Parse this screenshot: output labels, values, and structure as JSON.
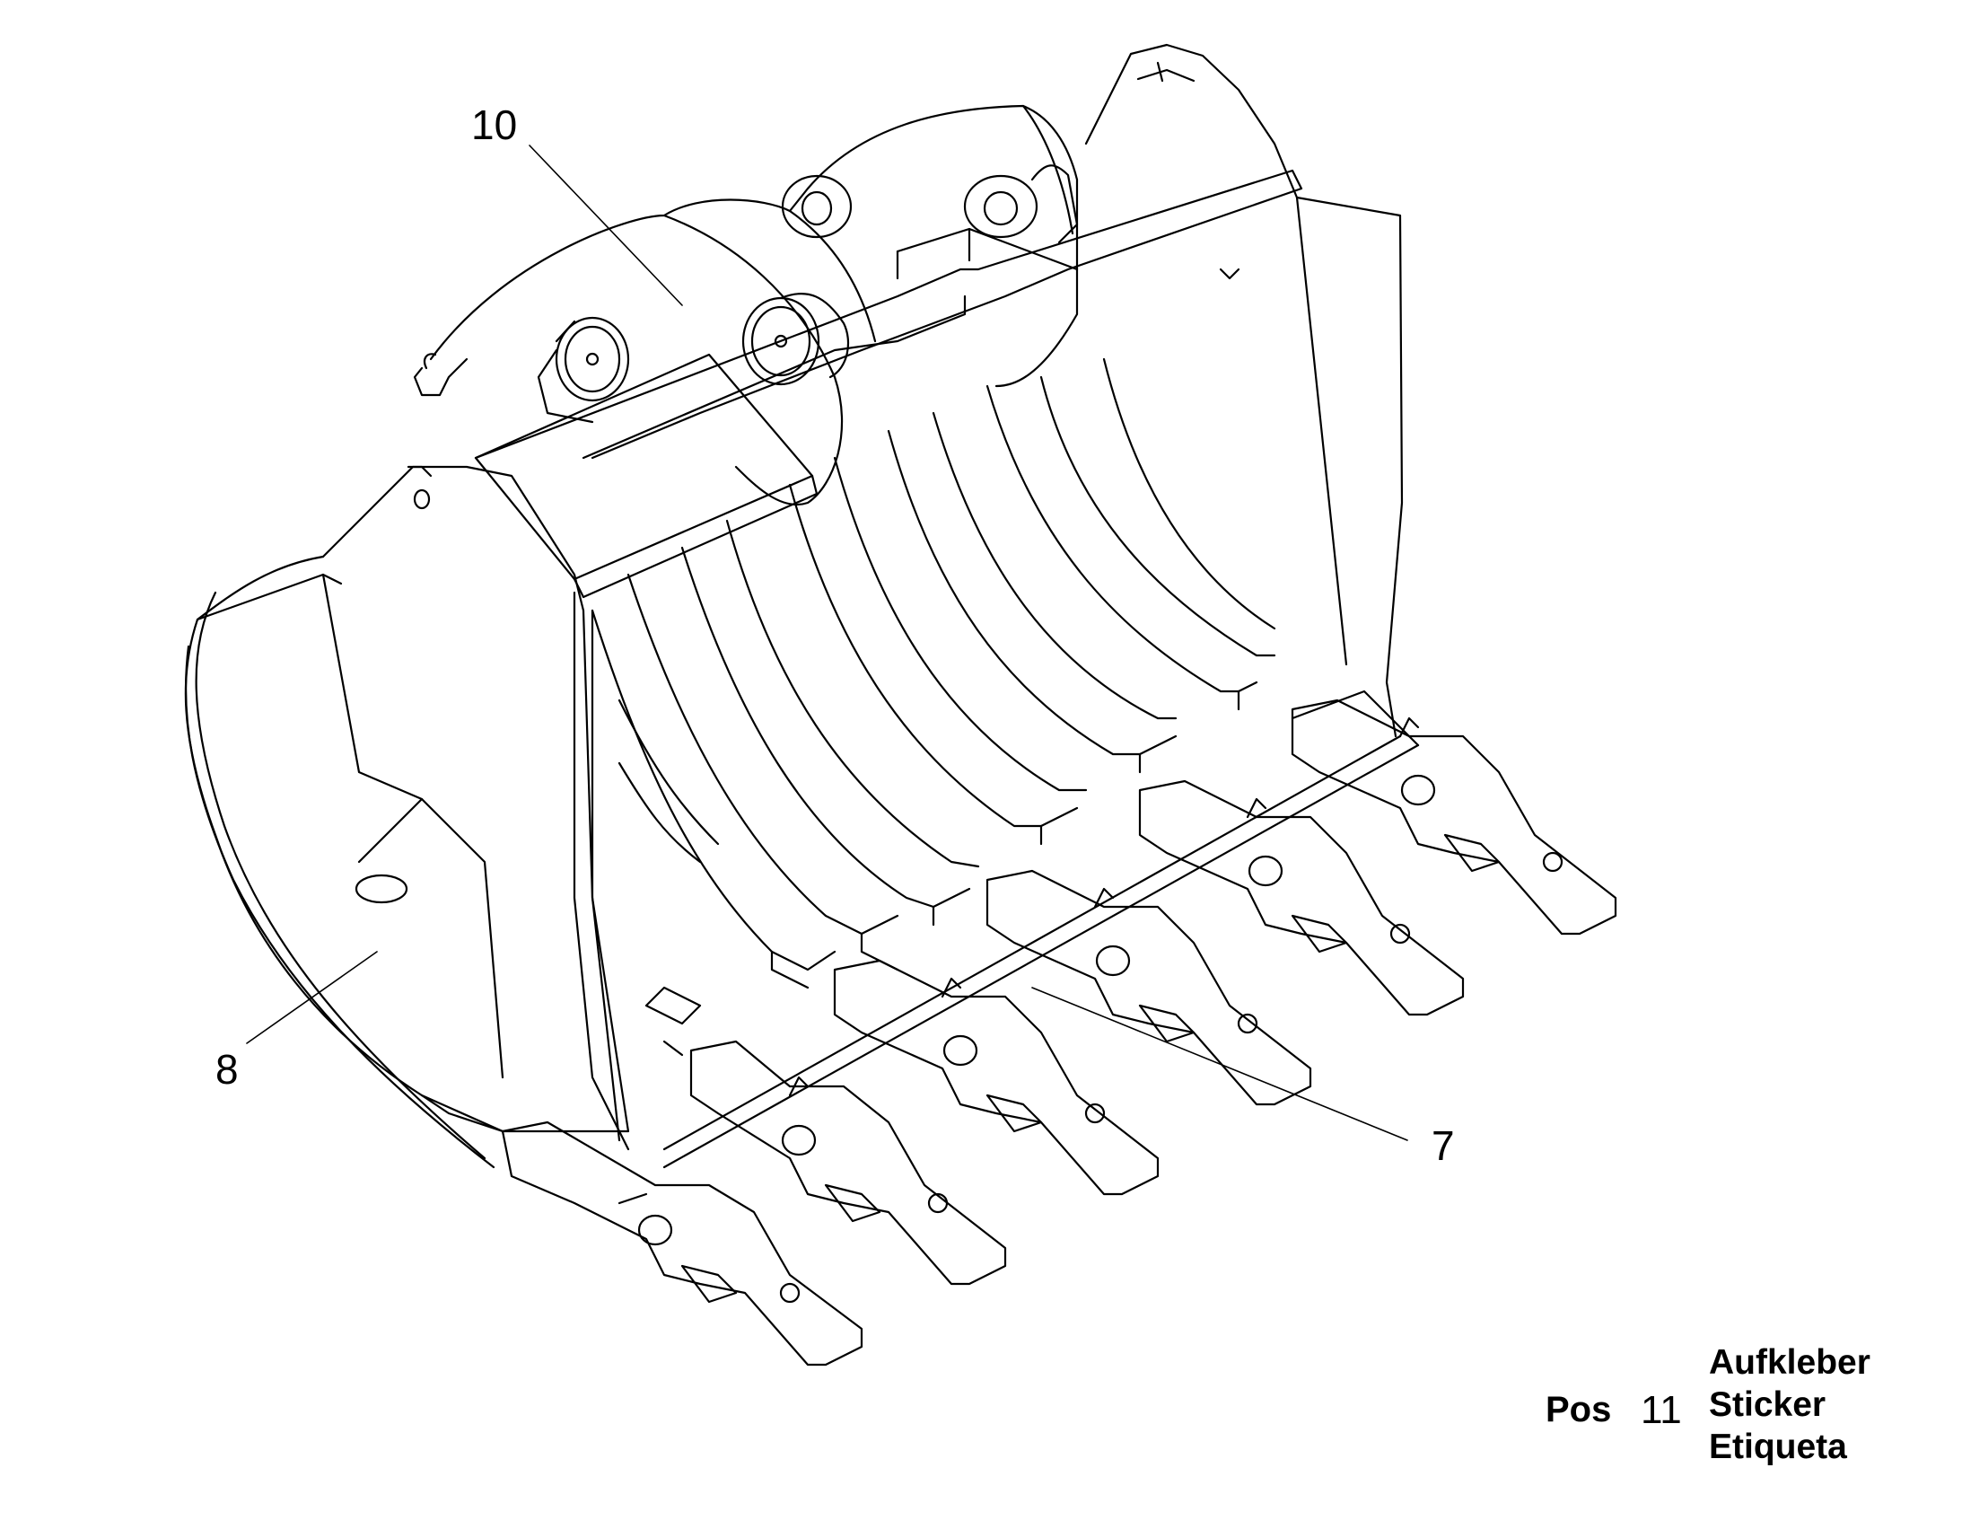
{
  "diagram": {
    "callouts": [
      {
        "label": "10"
      },
      {
        "label": "8"
      },
      {
        "label": "7"
      }
    ]
  },
  "legend": {
    "pos_word": "Pos",
    "pos_number": "11",
    "lines": [
      "Aufkleber",
      "Sticker",
      "Etiqueta"
    ]
  },
  "colors": {
    "ink": "#000000",
    "paper": "#ffffff"
  }
}
